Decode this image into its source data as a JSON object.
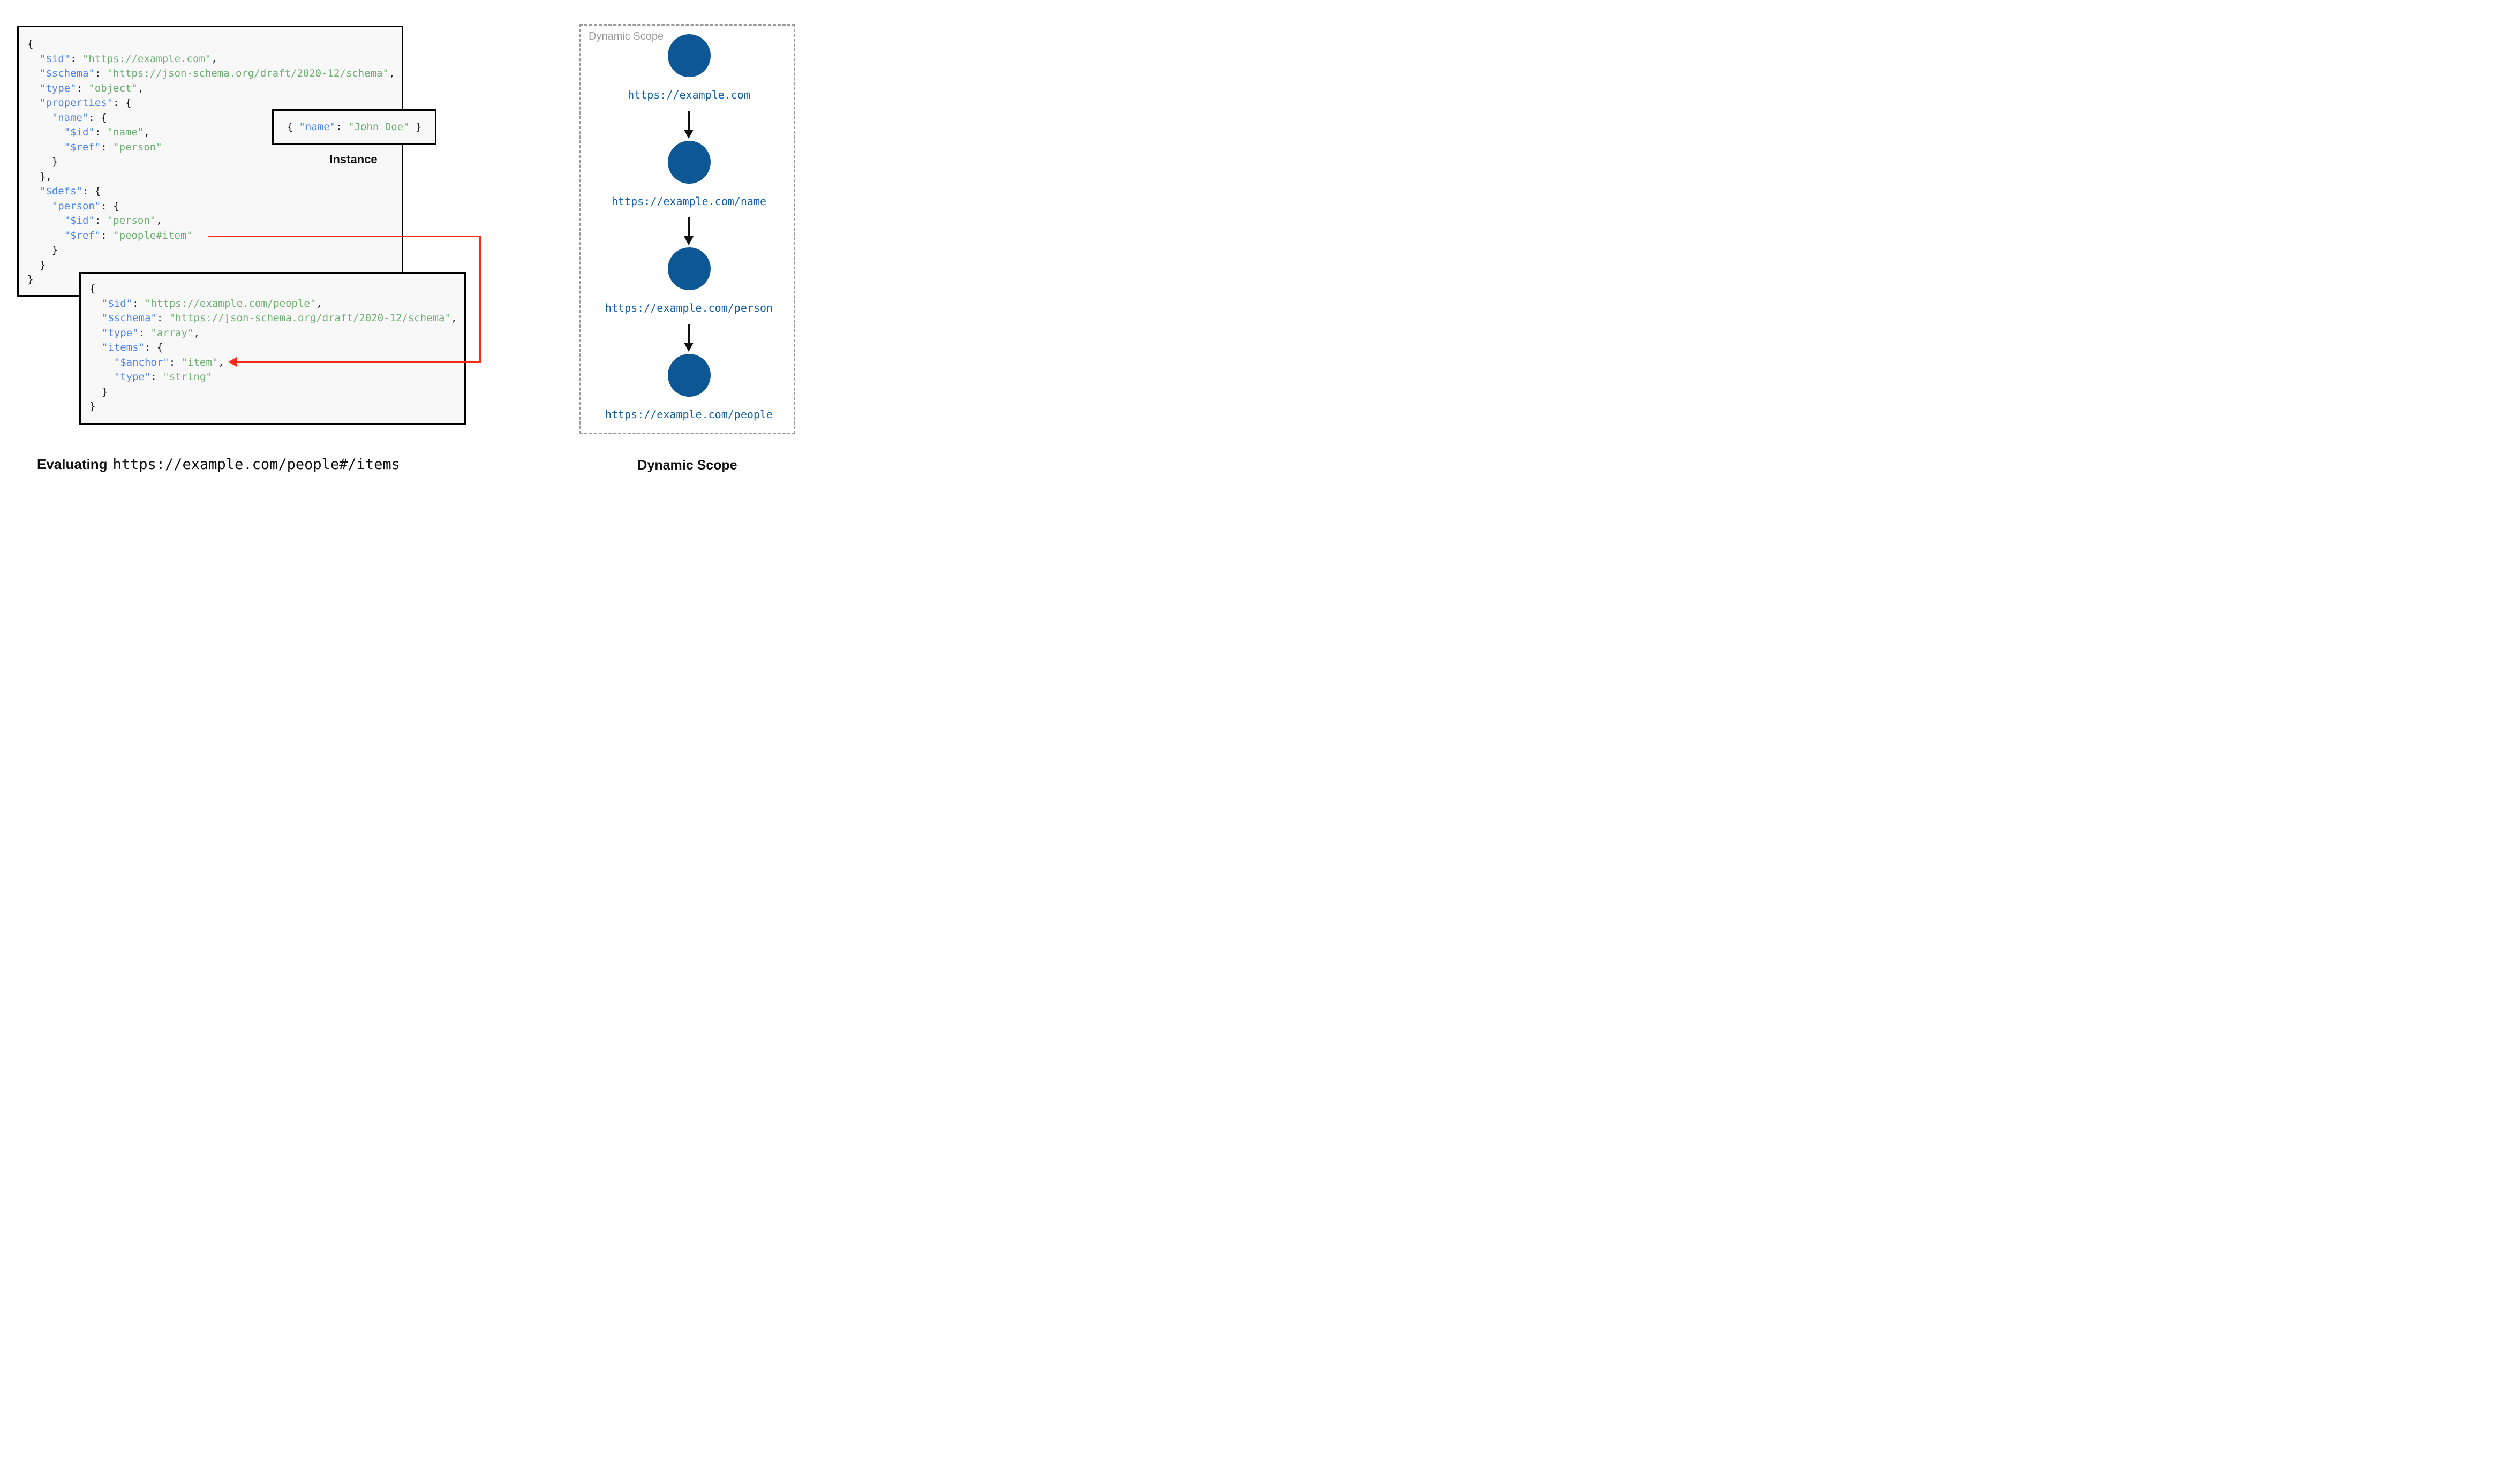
{
  "colors": {
    "code_key": "#5186ee",
    "code_string": "#6fae73",
    "code_punct": "#1b1b1b",
    "box_background": "#f8f8f8",
    "box_border": "#000000",
    "ref_arrow_red": "#fb2a15",
    "scope_circle_blue": "#0d5795",
    "scope_url_blue": "#135fa3",
    "scope_border_gray": "#9a9a9a",
    "scope_title_gray": "#9b9b9b",
    "arrow_black": "#111111"
  },
  "schema1": {
    "lines": [
      [
        [
          "p",
          "{"
        ]
      ],
      [
        [
          "p",
          "  "
        ],
        [
          "k",
          "\"$id\""
        ],
        [
          "p",
          ": "
        ],
        [
          "s",
          "\"https://example.com\""
        ],
        [
          "p",
          ","
        ]
      ],
      [
        [
          "p",
          "  "
        ],
        [
          "k",
          "\"$schema\""
        ],
        [
          "p",
          ": "
        ],
        [
          "s",
          "\"https://json-schema.org/draft/2020-12/schema\""
        ],
        [
          "p",
          ","
        ]
      ],
      [
        [
          "p",
          "  "
        ],
        [
          "k",
          "\"type\""
        ],
        [
          "p",
          ": "
        ],
        [
          "s",
          "\"object\""
        ],
        [
          "p",
          ","
        ]
      ],
      [
        [
          "p",
          "  "
        ],
        [
          "k",
          "\"properties\""
        ],
        [
          "p",
          ": {"
        ]
      ],
      [
        [
          "p",
          "    "
        ],
        [
          "k",
          "\"name\""
        ],
        [
          "p",
          ": {"
        ]
      ],
      [
        [
          "p",
          "      "
        ],
        [
          "k",
          "\"$id\""
        ],
        [
          "p",
          ": "
        ],
        [
          "s",
          "\"name\""
        ],
        [
          "p",
          ","
        ]
      ],
      [
        [
          "p",
          "      "
        ],
        [
          "k",
          "\"$ref\""
        ],
        [
          "p",
          ": "
        ],
        [
          "s",
          "\"person\""
        ]
      ],
      [
        [
          "p",
          "    }"
        ]
      ],
      [
        [
          "p",
          "  },"
        ]
      ],
      [
        [
          "p",
          "  "
        ],
        [
          "k",
          "\"$defs\""
        ],
        [
          "p",
          ": {"
        ]
      ],
      [
        [
          "p",
          "    "
        ],
        [
          "k",
          "\"person\""
        ],
        [
          "p",
          ": {"
        ]
      ],
      [
        [
          "p",
          "      "
        ],
        [
          "k",
          "\"$id\""
        ],
        [
          "p",
          ": "
        ],
        [
          "s",
          "\"person\""
        ],
        [
          "p",
          ","
        ]
      ],
      [
        [
          "p",
          "      "
        ],
        [
          "k",
          "\"$ref\""
        ],
        [
          "p",
          ": "
        ],
        [
          "s",
          "\"people#item\""
        ]
      ],
      [
        [
          "p",
          "    }"
        ]
      ],
      [
        [
          "p",
          "  }"
        ]
      ],
      [
        [
          "p",
          "}"
        ]
      ]
    ]
  },
  "instance": {
    "label": "Instance",
    "lines": [
      [
        [
          "p",
          "{ "
        ],
        [
          "k",
          "\"name\""
        ],
        [
          "p",
          ": "
        ],
        [
          "s",
          "\"John Doe\""
        ],
        [
          "p",
          " }"
        ]
      ]
    ]
  },
  "schema2": {
    "lines": [
      [
        [
          "p",
          "{"
        ]
      ],
      [
        [
          "p",
          "  "
        ],
        [
          "k",
          "\"$id\""
        ],
        [
          "p",
          ": "
        ],
        [
          "s",
          "\"https://example.com/people\""
        ],
        [
          "p",
          ","
        ]
      ],
      [
        [
          "p",
          "  "
        ],
        [
          "k",
          "\"$schema\""
        ],
        [
          "p",
          ": "
        ],
        [
          "s",
          "\"https://json-schema.org/draft/2020-12/schema\""
        ],
        [
          "p",
          ","
        ]
      ],
      [
        [
          "p",
          "  "
        ],
        [
          "k",
          "\"type\""
        ],
        [
          "p",
          ": "
        ],
        [
          "s",
          "\"array\""
        ],
        [
          "p",
          ","
        ]
      ],
      [
        [
          "p",
          "  "
        ],
        [
          "k",
          "\"items\""
        ],
        [
          "p",
          ": {"
        ]
      ],
      [
        [
          "p",
          "    "
        ],
        [
          "k",
          "\"$anchor\""
        ],
        [
          "p",
          ": "
        ],
        [
          "s",
          "\"item\""
        ],
        [
          "p",
          ","
        ]
      ],
      [
        [
          "p",
          "    "
        ],
        [
          "k",
          "\"type\""
        ],
        [
          "p",
          ": "
        ],
        [
          "s",
          "\"string\""
        ]
      ],
      [
        [
          "p",
          "  }"
        ]
      ],
      [
        [
          "p",
          "}"
        ]
      ]
    ]
  },
  "scope": {
    "title": "Dynamic Scope",
    "caption": "Dynamic Scope",
    "nodes": [
      {
        "url": "https://example.com"
      },
      {
        "url": "https://example.com/name"
      },
      {
        "url": "https://example.com/person"
      },
      {
        "url": "https://example.com/people"
      }
    ]
  },
  "caption": {
    "prefix": "Evaluating",
    "url": "https://example.com/people#/items"
  }
}
